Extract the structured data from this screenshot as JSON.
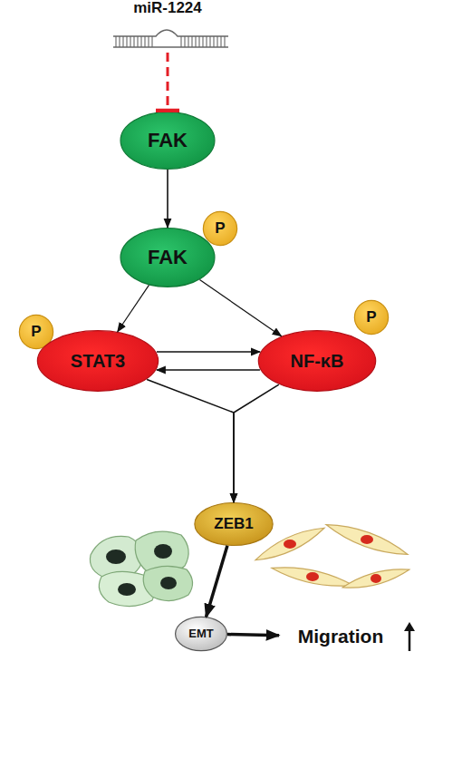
{
  "diagram": {
    "nodes": [
      {
        "text": [
          "miR-1224"
        ]
      },
      {
        "text": [
          "FAK"
        ]
      },
      {
        "text": [
          "FAK"
        ]
      },
      {
        "text": [
          "P"
        ]
      },
      {
        "text": [
          "P"
        ]
      },
      {
        "text": [
          "STAT3"
        ]
      },
      {
        "text": [
          "NF-κB"
        ]
      },
      {
        "text": [
          "P"
        ]
      },
      {
        "text": [
          "ZEB1"
        ]
      },
      {
        "text": [
          "EMT"
        ]
      },
      {
        "text": [
          "Migration"
        ]
      }
    ],
    "edges": [
      {
        "from": 0,
        "to": 1,
        "arrow": "to"
      },
      {
        "from": 1,
        "to": 2,
        "arrow": "to"
      },
      {
        "from": 2,
        "to": 5,
        "arrow": "to"
      },
      {
        "from": 2,
        "to": 6,
        "arrow": "to"
      },
      {
        "from": 5,
        "to": 6,
        "arrow": "to"
      },
      {
        "from": 6,
        "to": 5,
        "arrow": "to"
      },
      {
        "from": 5,
        "to": 8,
        "arrow": "to"
      },
      {
        "from": 6,
        "to": 8,
        "arrow": "to"
      },
      {
        "from": 8,
        "to": 9,
        "arrow": "to"
      },
      {
        "from": 9,
        "to": 10,
        "arrow": "to"
      }
    ]
  }
}
